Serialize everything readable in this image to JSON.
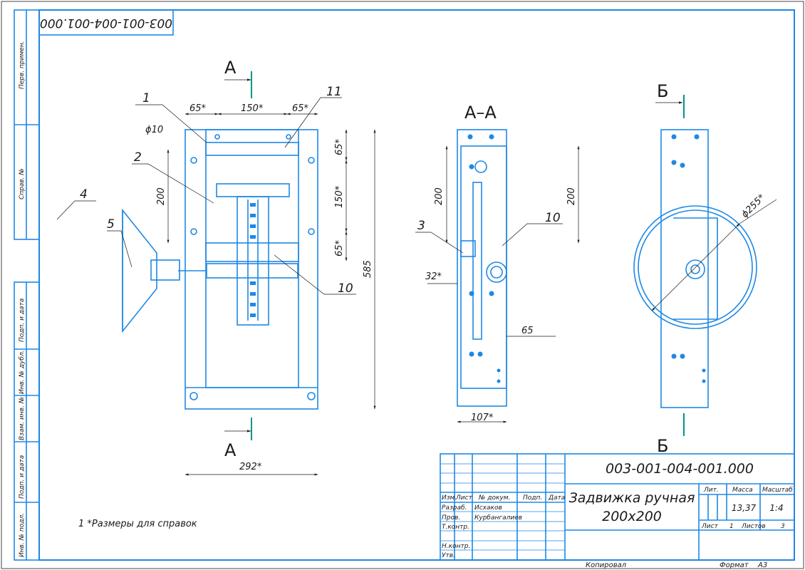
{
  "colors": {
    "drawing": "#1e88e5",
    "frame": "#1e88e5",
    "text": "#1a1a1a",
    "section_mark": "#009688"
  },
  "top_stamp": "003-001-004-001.000",
  "left_strip": [
    "Перв. примен.",
    "Справ. №",
    "Подп. и дата",
    "Инв. № дубл.",
    "Взам. инв. №",
    "Подп. и дата",
    "Инв. № подл."
  ],
  "section_labels": {
    "a": "А",
    "b": "Б",
    "aa_title": "А–А"
  },
  "front_dims": {
    "d1": "65*",
    "d2": "150*",
    "d3": "65*",
    "d4": "65*",
    "d5": "150*",
    "d6": "65*",
    "d7": "585",
    "d8": "200",
    "d9": "292*",
    "phi": "ϕ10"
  },
  "side_dims": {
    "d1": "200",
    "d2": "200",
    "d3": "32*",
    "d4": "65",
    "d5": "107*"
  },
  "wheel_dim": "ϕ255*",
  "callouts": [
    "1",
    "11",
    "2",
    "4",
    "5",
    "10",
    "3",
    "10"
  ],
  "note": "1 *Размеры для справок",
  "title_block": {
    "number": "003-001-004-001.000",
    "name_line1": "Задвижка ручная",
    "name_line2": "200х200",
    "headers": [
      "Изм.",
      "Лист",
      "№ докум.",
      "Подп.",
      "Дата"
    ],
    "rows": [
      {
        "role": "Разраб.",
        "person": "Исхаков"
      },
      {
        "role": "Пров.",
        "person": "Курбангалиев"
      },
      {
        "role": "Т.контр.",
        "person": ""
      },
      {
        "role": "Н.контр.",
        "person": ""
      },
      {
        "role": "Утв.",
        "person": ""
      }
    ],
    "lit_label": "Лит.",
    "mass_label": "Масса",
    "scale_label": "Масштаб",
    "mass": "13,37",
    "scale": "1:4",
    "sheet_label": "Лист",
    "sheet": "1",
    "sheets_label": "Листов",
    "sheets": "3"
  },
  "footer": {
    "copied": "Копировал",
    "format_label": "Формат",
    "format": "А3"
  }
}
